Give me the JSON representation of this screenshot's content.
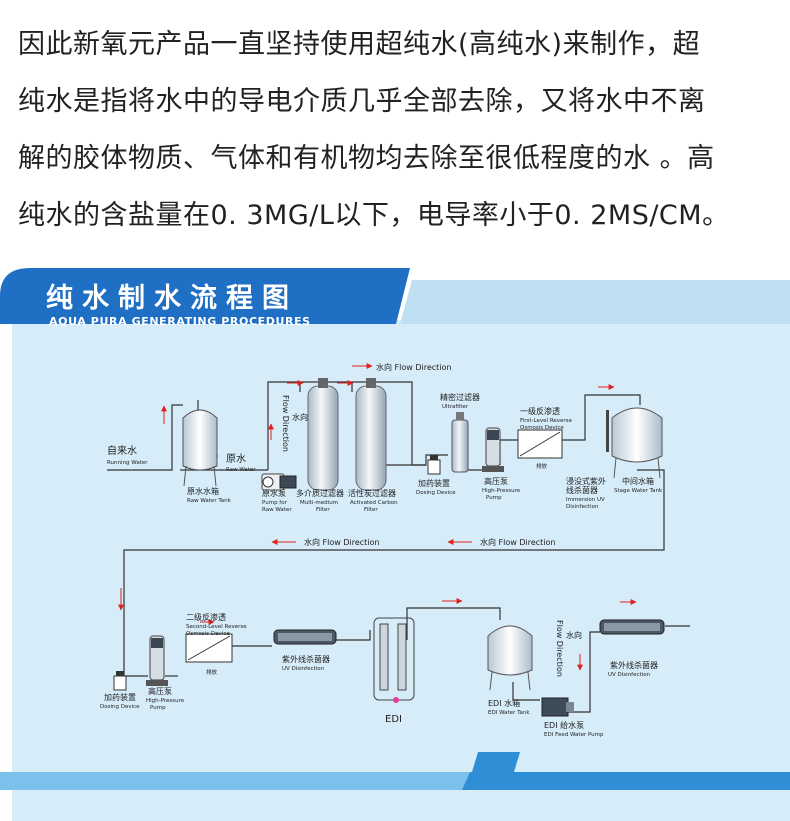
{
  "intro": {
    "lines": [
      "因此新氧元产品一直坚持使用超纯水(高纯水)来制作，超",
      "纯水是指将水中的导电介质几乎全部去除，又将水中不离",
      "解的胶体物质、气体和有机物均去除至很低程度的水 。高",
      "纯水的含盐量在0. 3MG/L以下，电导率小于0. 2MS/CM。"
    ]
  },
  "banner": {
    "title": "纯水制水流程图",
    "subtitle": "AQUA PURA GENERATING PROCEDURES"
  },
  "flow": {
    "top": "水向 Flow Direction",
    "mid1": "水向 Flow Direction",
    "mid2": "水向 Flow Direction",
    "vertical_cn": "水向",
    "vertical_en": "Flow Direction",
    "vertical2_cn": "水向",
    "vertical2_en": "Flow Direction"
  },
  "labels": {
    "running_water_cn": "自来水",
    "running_water_en": "Running Water",
    "raw_water_cn": "原水",
    "raw_water_en": "Raw Water",
    "raw_tank_cn": "原水水箱",
    "raw_tank_en": "Raw Water Tank",
    "raw_pump_cn": "原水泵",
    "raw_pump_en1": "Pump for",
    "raw_pump_en2": "Raw Water",
    "mm_filter_cn": "多介质过滤器",
    "mm_filter_en1": "Multi-medium",
    "mm_filter_en2": "Filter",
    "ac_filter_cn": "活性炭过滤器",
    "ac_filter_en1": "Activated Carbon",
    "ac_filter_en2": "Filter",
    "dosing1_cn": "加药装置",
    "dosing1_en": "Dosing Device",
    "ultra_cn": "精密过滤器",
    "ultra_en": "Ultrafilter",
    "hp1_cn": "高压泵",
    "hp1_en1": "High-Pressure",
    "hp1_en2": "Pump",
    "ro1_cn": "一级反渗透",
    "ro1_en1": "First-Level Reverse",
    "ro1_en2": "Osmosis Device",
    "drain1": "排放",
    "uv1_cn1": "浸没式紫外",
    "uv1_cn2": "线杀菌器",
    "uv1_en1": "Immersion UV",
    "uv1_en2": "Disinfection",
    "stage_tank_cn": "中间水箱",
    "stage_tank_en": "Stage Water Tank",
    "dosing2_cn": "加药装置",
    "dosing2_en": "Dosing Device",
    "hp2_cn": "高压泵",
    "hp2_en1": "High-Pressure",
    "hp2_en2": "Pump",
    "ro2_cn": "二级反渗透",
    "ro2_en1": "Second-Level Reverse",
    "ro2_en2": "Osmosis Device",
    "drain2": "排放",
    "uv2_cn": "紫外线杀菌器",
    "uv2_en": "UV Disinfection",
    "edi": "EDI",
    "edi_tank_cn": "EDI 水箱",
    "edi_tank_en": "EDI Water Tank",
    "edi_pump_cn": "EDI 给水泵",
    "edi_pump_en": "EDI Feed Water Pump",
    "uv3_cn": "紫外线杀菌器",
    "uv3_en": "UV Disinfection"
  },
  "colors": {
    "banner": "#1f6fc4",
    "panel": "#d6ecf8",
    "arrow": "#e0201c",
    "pipe": "#333333"
  }
}
